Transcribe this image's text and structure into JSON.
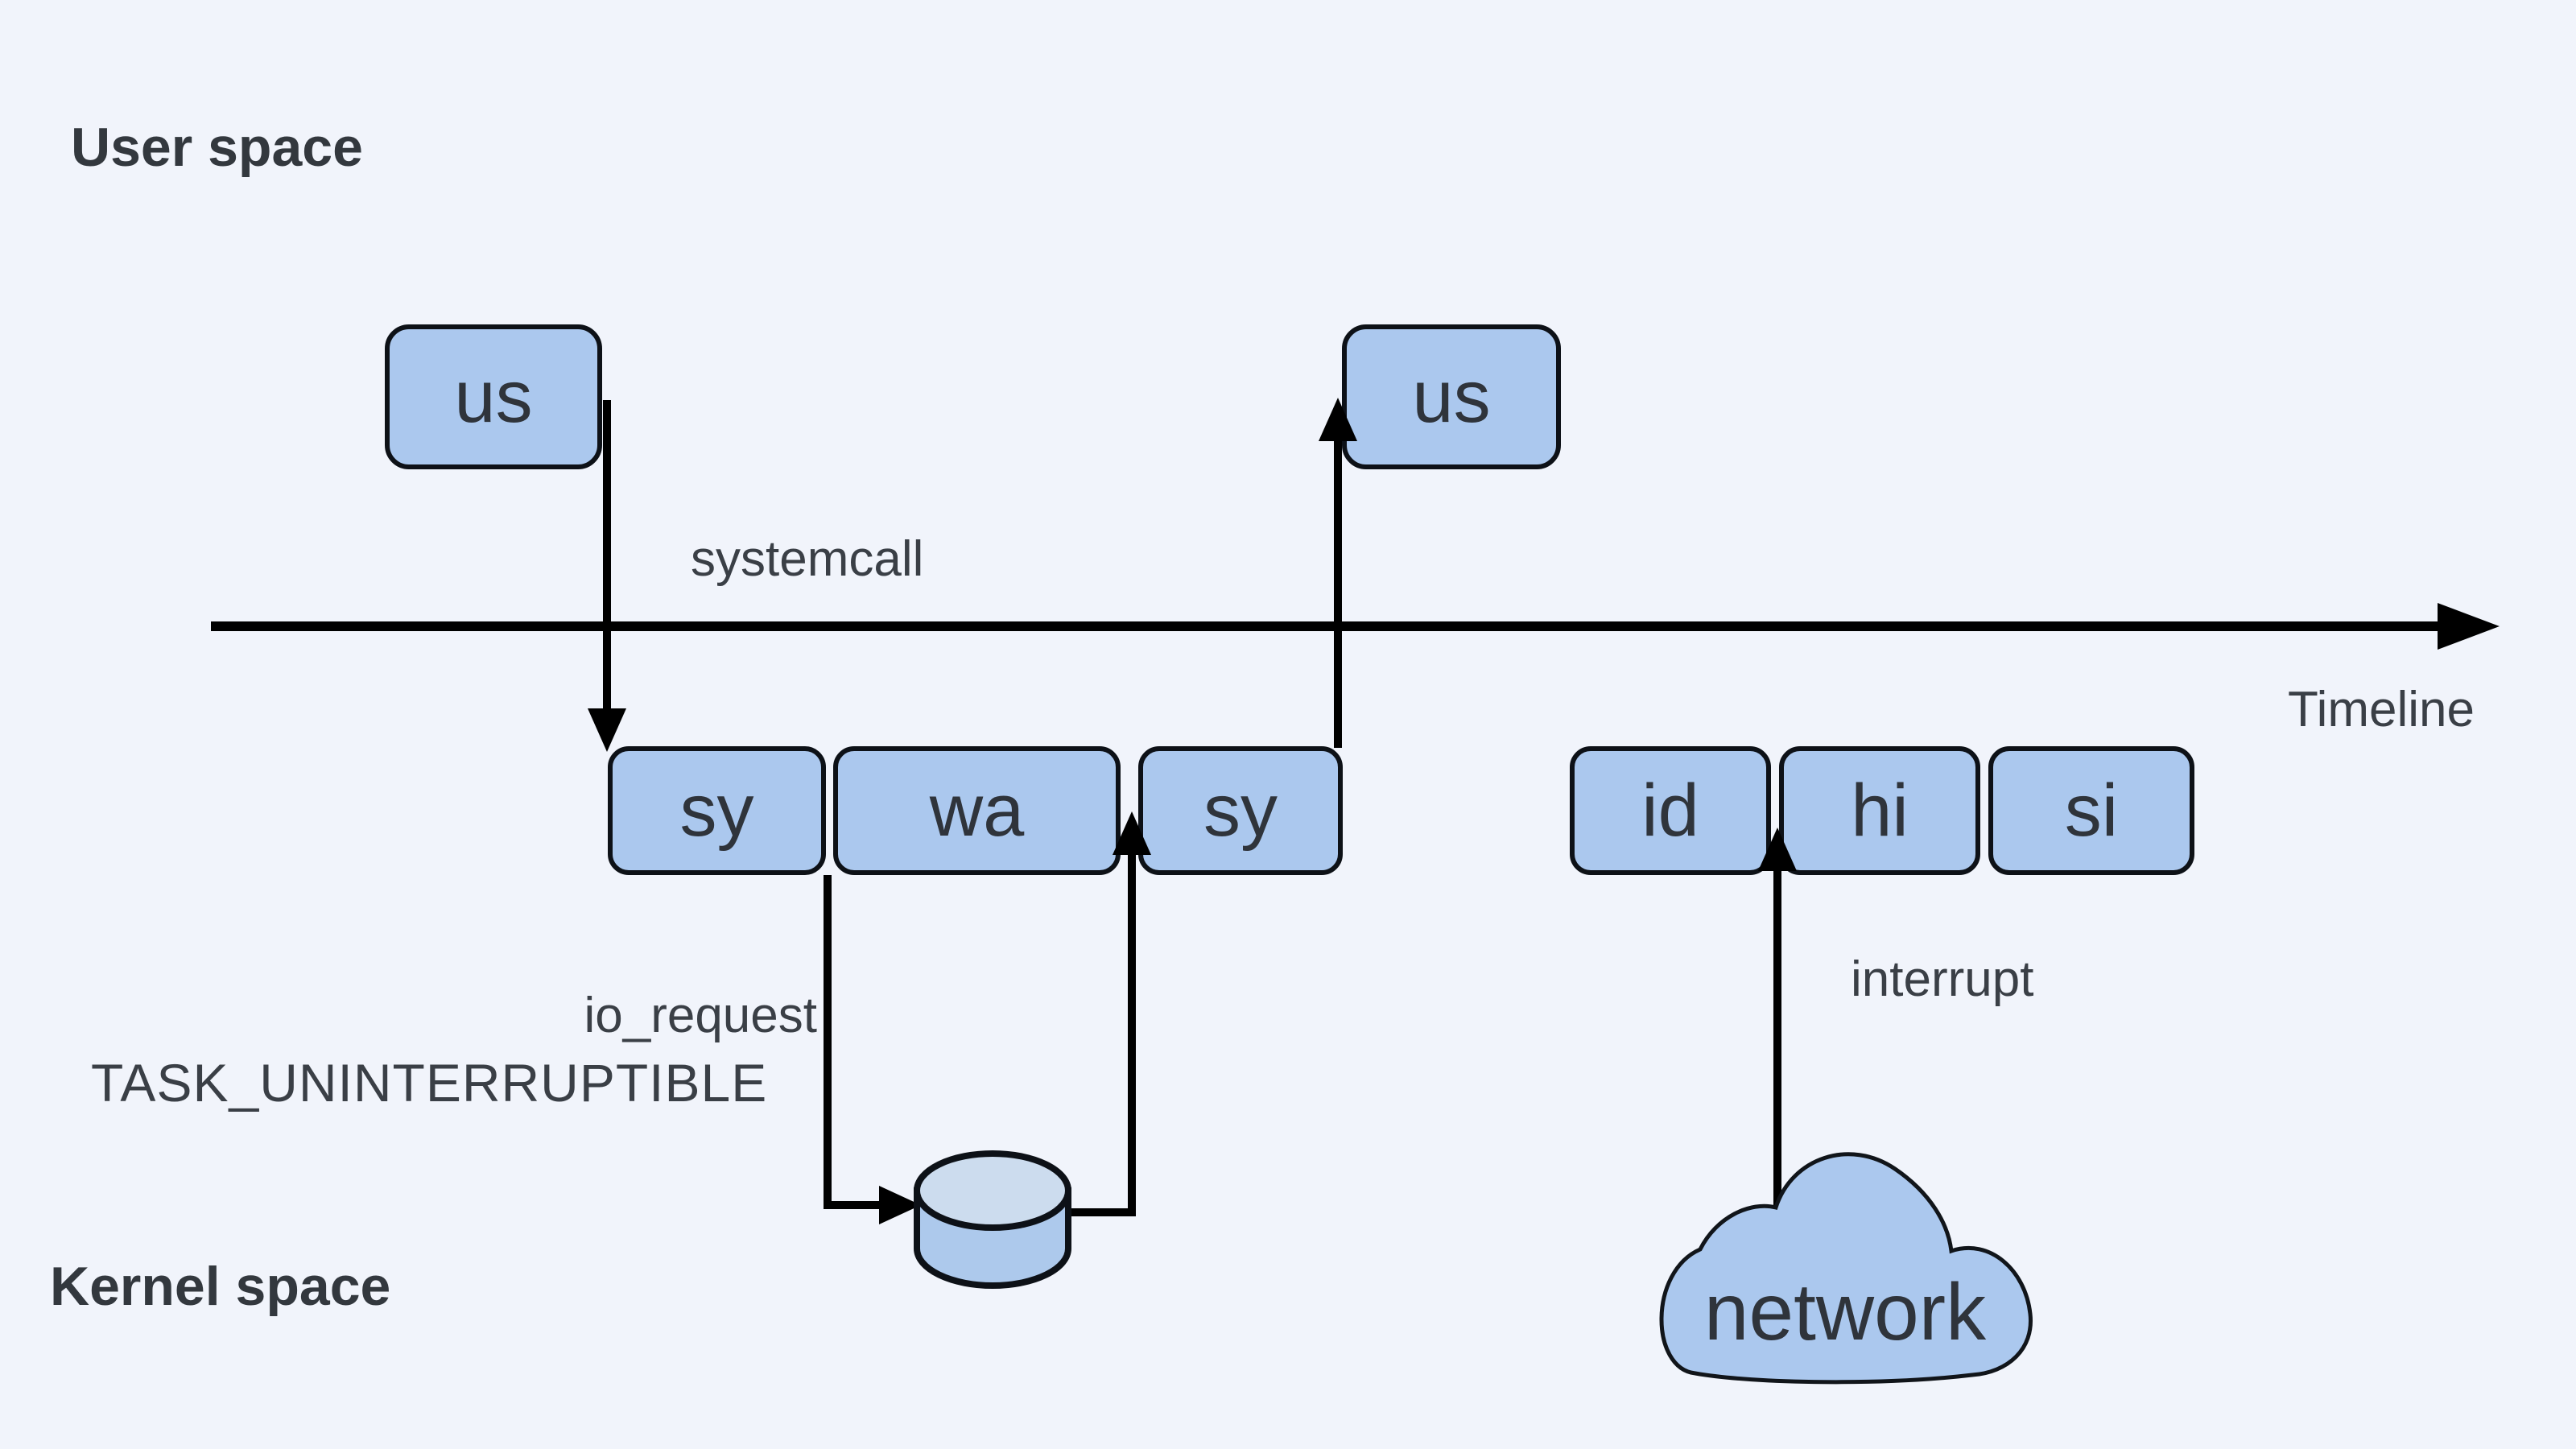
{
  "diagram": {
    "title_context": "CPU time accounting: user space vs kernel space over a timeline",
    "regions": {
      "user_space": "User space",
      "kernel_space": "Kernel space"
    },
    "timeline": {
      "label": "Timeline"
    },
    "user_boxes": [
      {
        "label": "us"
      },
      {
        "label": "us"
      }
    ],
    "kernel_boxes": [
      {
        "label": "sy"
      },
      {
        "label": "wa"
      },
      {
        "label": "sy"
      },
      {
        "label": "id"
      },
      {
        "label": "hi"
      },
      {
        "label": "si"
      }
    ],
    "annotations": {
      "systemcall": "systemcall",
      "io_request": "io_request",
      "task_state": "TASK_UNINTERRUPTIBLE",
      "interrupt": "interrupt"
    },
    "cloud": {
      "label": "network"
    },
    "icons": {
      "disk": "disk-cylinder-icon",
      "cloud": "network-cloud-icon"
    },
    "colors": {
      "background": "#f1f4fb",
      "box_fill": "#abc8ee",
      "box_border": "#0d1117",
      "cylinder_body": "#adc9ec",
      "cylinder_top": "#ccdcee",
      "line": "#000000",
      "text_primary": "#3a3f46",
      "text_box_label": "#2f343b"
    }
  }
}
